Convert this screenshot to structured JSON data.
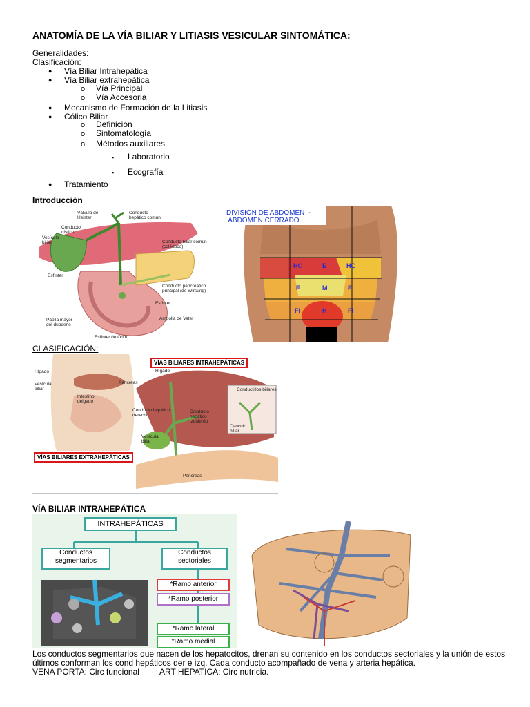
{
  "title": "ANATOMÍA DE LA VÍA BILIAR Y LITIASIS VESICULAR SINTOMÁTICA:",
  "generalidades": "Generalidades:",
  "clasificacion_label": "Clasificación:",
  "outline": {
    "l1a": "Vía Biliar Intrahepática",
    "l1b": "Vía Biliar extrahepática",
    "l2a": "Vía Principal",
    "l2b": "Vía Accesoria",
    "l1c": "Mecanismo de Formación de la Litiasis",
    "l1d": "Cólico Biliar",
    "l2c": "Definición",
    "l2d": "Sintomatología",
    "l2e": "Métodos auxiliares",
    "l3a": "Laboratorio",
    "l3b": "Ecografía",
    "l1e": "Tratamiento"
  },
  "bullets": {
    "disc": "●",
    "circle": "o",
    "square": "▪"
  },
  "introduccion": "Introducción",
  "fig1": {
    "valvula": "Válvula de\nHeister",
    "conducto_hepatico": "Conducto\nhepático común",
    "conducto_cistico": "Conducto\ncístico",
    "vesicula": "Vesícula\nbiliar",
    "coledoco": "Conducto biliar común\n(colédoco)",
    "wirsung": "Conducto pancreático\nprincipal (de Wirsung)",
    "esfinter1": "Esfínter",
    "esfinter2": "Esfínter",
    "ampolla": "Ampolla de Vater",
    "papila": "Papila mayor\ndel duodeno",
    "oddi": "Esfínter de Oddi"
  },
  "fig2": {
    "caption": "DIVISIÓN DE ABDOMEN  -\n ABDOMEN CERRADO",
    "hc_left": "HC",
    "e": "E",
    "hc_right": "HC",
    "f_left": "F",
    "m": "M",
    "f_right": "F",
    "fi_left": "FI",
    "h": "H",
    "fi_right": "FI"
  },
  "clasificacion_heading": "CLASIFICACIÓN:",
  "fig3": {
    "intra_box": "VÍAS BILIARES INTRAHEPÁTICAS",
    "extra_box": "VÍAS BILIARES EXTRAHEPÁTICAS",
    "higado1": "Hígado",
    "vesicula": "Vesícula\nbiliar",
    "pancreas1": "Páncreas",
    "intestino": "Intestino\ndelgado",
    "higado2": "Hígado",
    "conductillos": "Conductillos biliares",
    "hep_derecho": "Conducto hepático\nderecho",
    "hep_izquierdo": "Conducto\nhepático\nizquierdo",
    "canculo": "Canculo\nbiliar",
    "vesicula2": "Vesícula\nbiliar",
    "pancreas2": "Páncreas"
  },
  "via_intra_heading": "VÍA BILIAR INTRAHEPÁTICA",
  "fig4": {
    "top": "INTRAHEPÁTICAS",
    "segmentarios": "Conductos\nsegmentarios",
    "sectoriales": "Conductos\nsectoriales",
    "ramo1": "*Ramo anterior",
    "ramo2": "*Ramo posterior",
    "ramo3": "*Ramo lateral",
    "ramo4": "*Ramo medial",
    "ramo_colors": [
      "#e23a3a",
      "#b070c8",
      "#3ab04a",
      "#3ab04a"
    ]
  },
  "paragraph": {
    "line1": "Los conductos segmentarios que nacen de los hepatocitos, drenan su contenido en los conductos sectoriales y la unión de estos",
    "line2": "últimos conforman los cond hepáticos der e izq. Cada conducto acompañado de vena y arteria hepática.",
    "vena": "VENA PORTA: Circ funcional",
    "arteria": "ART HEPATICA: Circ nutricia."
  }
}
